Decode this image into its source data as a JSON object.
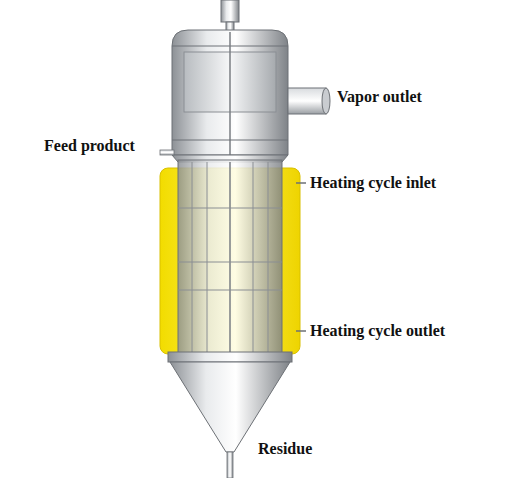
{
  "diagram": {
    "labels": [
      "Vapor outlet",
      "Feed product",
      "Heating cycle inlet",
      "Heating cycle outlet",
      "Residue"
    ]
  }
}
